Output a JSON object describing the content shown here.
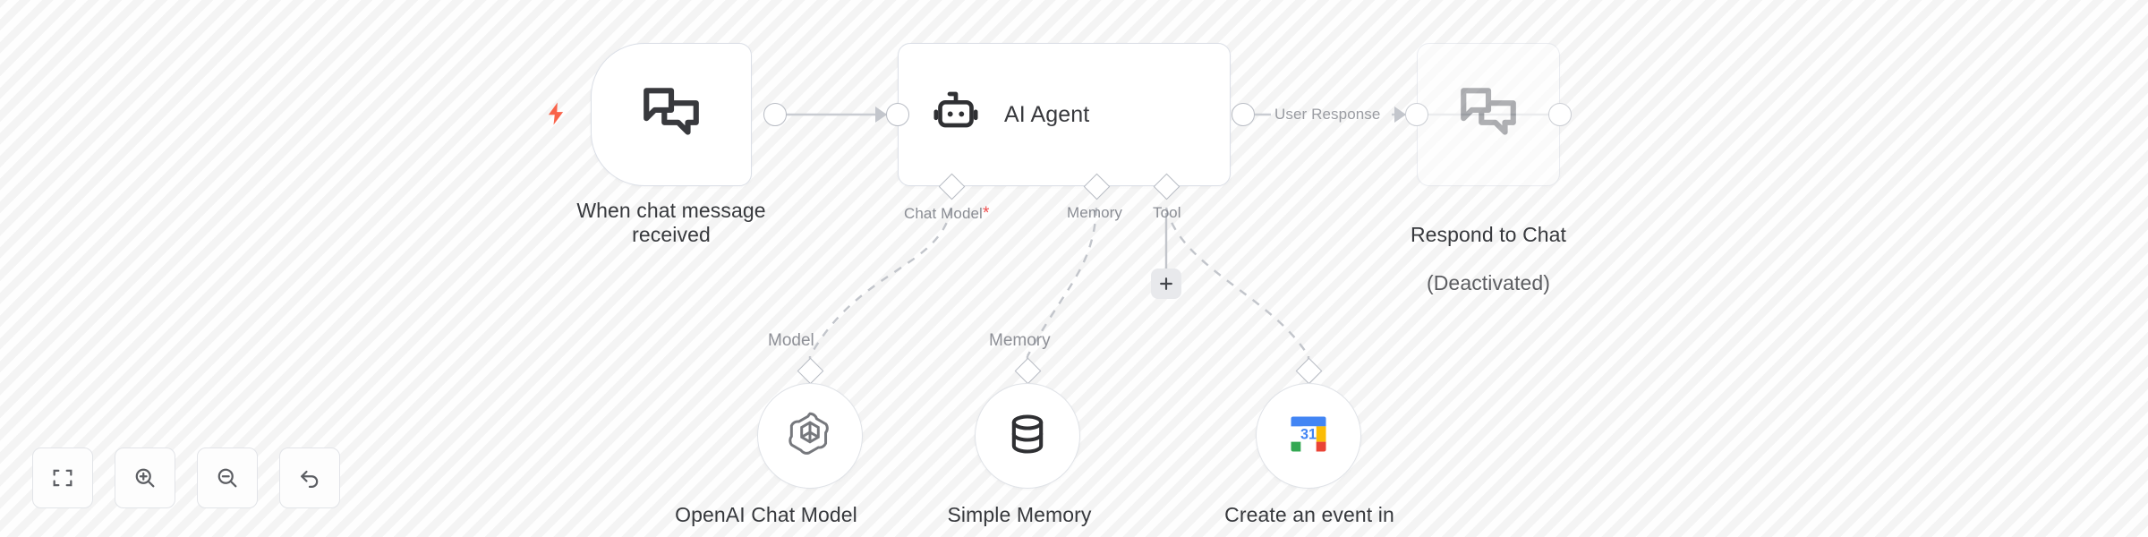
{
  "app": {
    "type": "workflow-canvas",
    "background_color": "#f7f7f7"
  },
  "nodes": [
    {
      "id": "chat-trigger",
      "label": "When chat message\nreceived",
      "icon": "chat-bubbles-icon",
      "shape": "trigger",
      "has_lightning_badge": true,
      "badge_color": "#f9634a",
      "deactivated": false
    },
    {
      "id": "ai-agent",
      "label": "AI Agent",
      "icon": "robot-icon",
      "shape": "rectangle",
      "deactivated": false
    },
    {
      "id": "respond-to-chat",
      "label": "Respond to Chat\n(Deactivated)",
      "title_line1": "Respond to Chat",
      "title_line2": "(Deactivated)",
      "icon": "chat-bubbles-icon",
      "shape": "rectangle",
      "deactivated": true
    }
  ],
  "agent_ports": [
    {
      "label": "Chat Model",
      "required": true,
      "required_marker": "*"
    },
    {
      "label": "Memory",
      "required": false,
      "required_marker": ""
    },
    {
      "label": "Tool",
      "required": false,
      "required_marker": ""
    }
  ],
  "edges": [
    {
      "from": "chat-trigger",
      "to": "ai-agent",
      "label": "",
      "style": "solid"
    },
    {
      "from": "ai-agent",
      "to": "respond-to-chat",
      "label": "User Response",
      "style": "solid"
    }
  ],
  "sub_nodes": [
    {
      "id": "openai-chat-model",
      "port_label": "Model",
      "caption": "OpenAI Chat Model",
      "icon": "openai-logo-icon"
    },
    {
      "id": "simple-memory",
      "port_label": "Memory",
      "caption": "Simple Memory",
      "icon": "database-icon"
    },
    {
      "id": "google-calendar-tool",
      "port_label": "",
      "caption": "Create an event in",
      "icon": "google-calendar-icon",
      "calendar_day": "31"
    }
  ],
  "add_tool_button": {
    "label": "+",
    "name": "add-tool-button"
  },
  "toolbar": [
    {
      "name": "fit-to-view-button",
      "icon": "fit-view-icon",
      "tooltip": "Fit to view"
    },
    {
      "name": "zoom-in-button",
      "icon": "zoom-in-icon",
      "tooltip": "Zoom in"
    },
    {
      "name": "zoom-out-button",
      "icon": "zoom-out-icon",
      "tooltip": "Zoom out"
    },
    {
      "name": "reset-zoom-button",
      "icon": "undo-arrow-icon",
      "tooltip": "Reset zoom"
    }
  ]
}
